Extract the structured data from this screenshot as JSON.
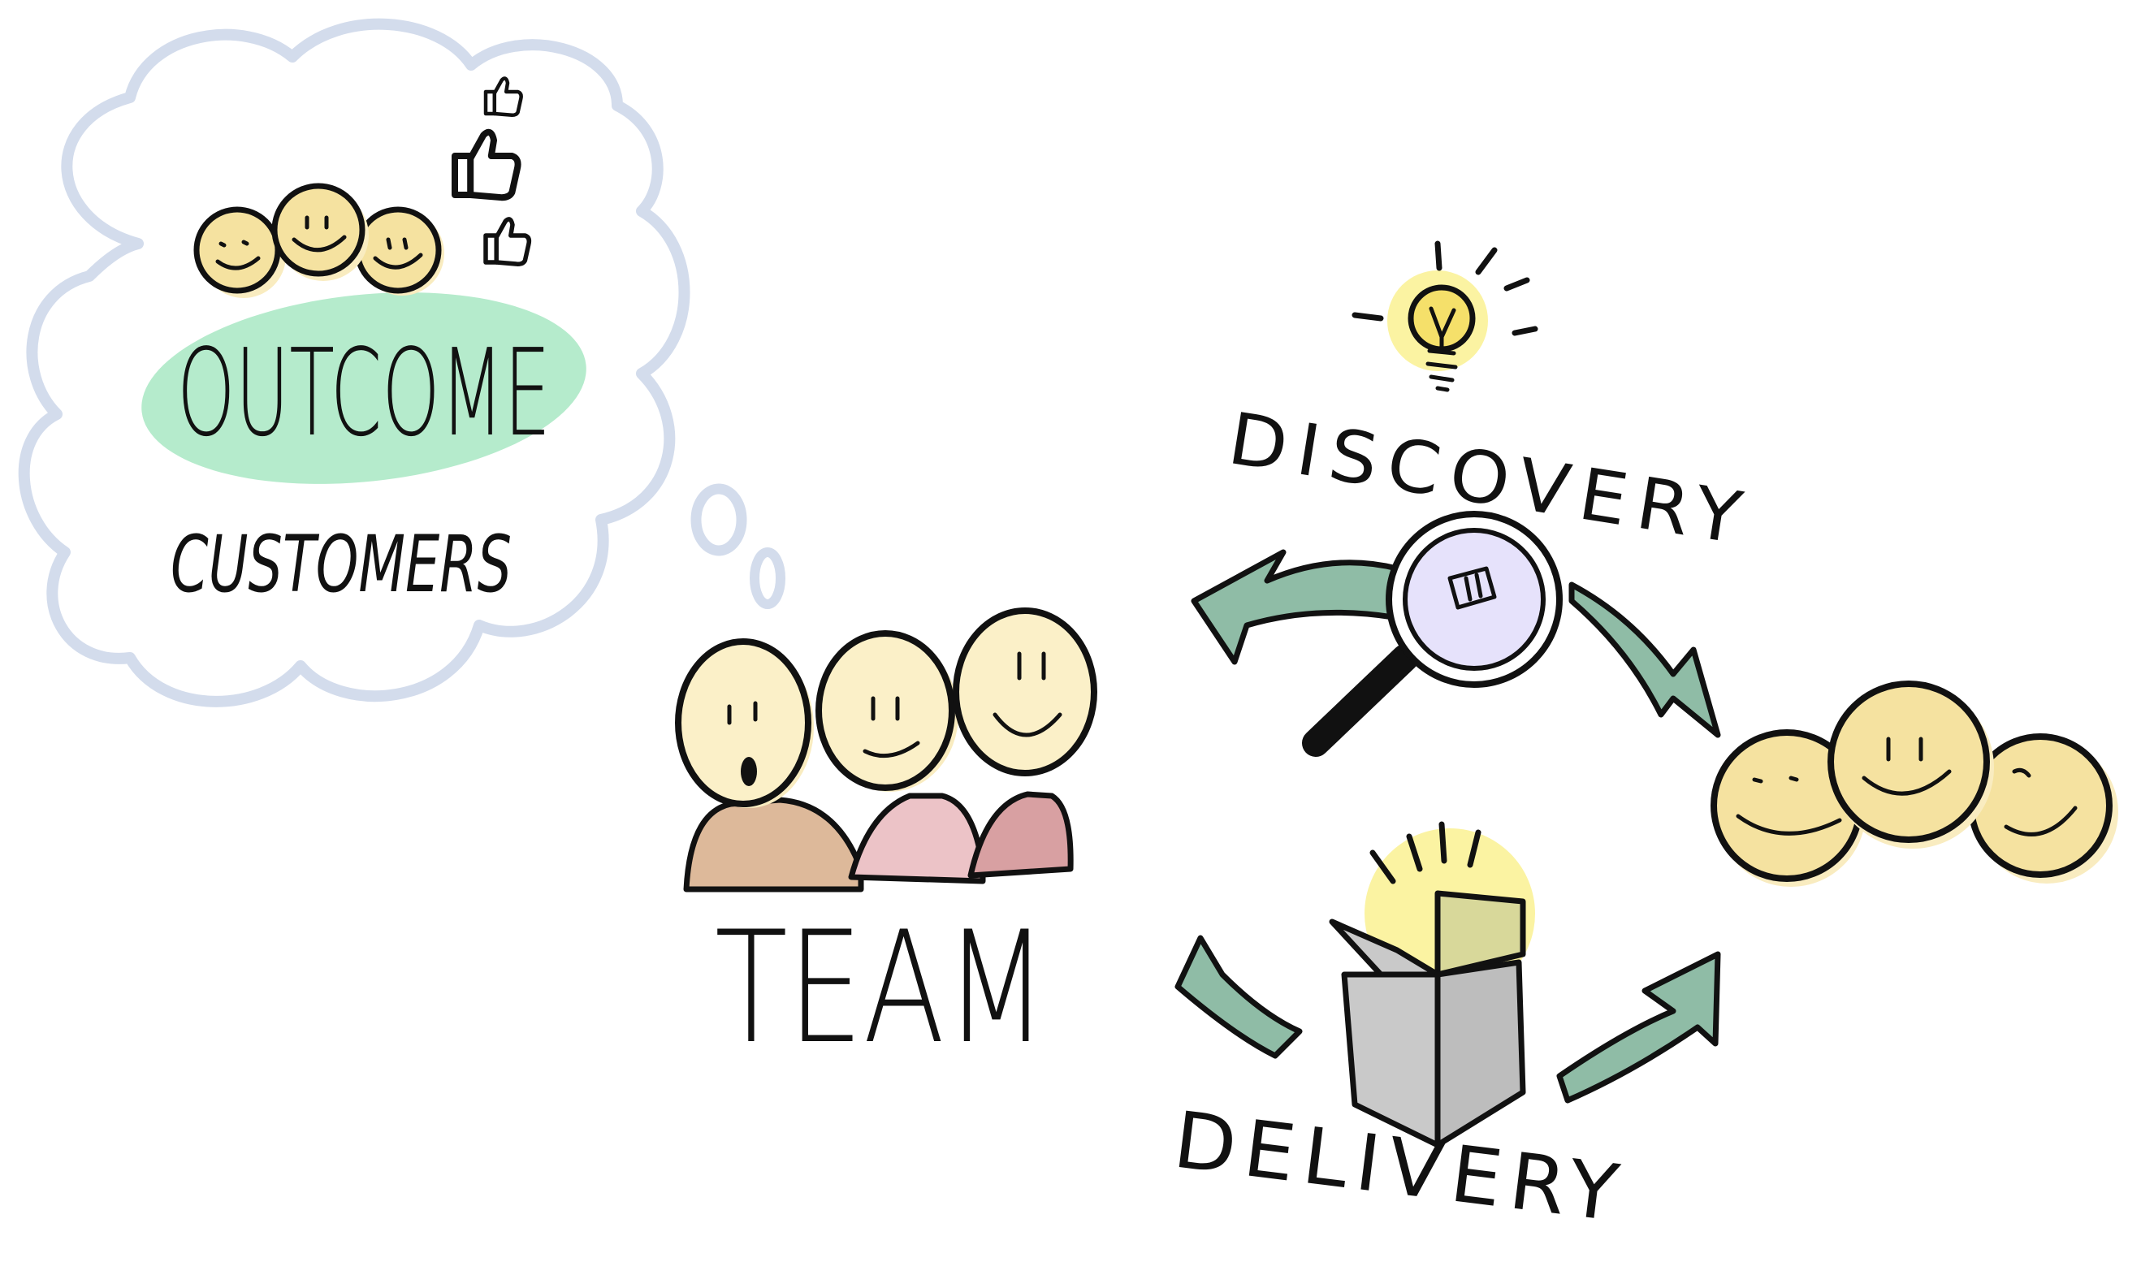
{
  "labels": {
    "outcome": "OUTCOME",
    "customers": "CUSTOMERS",
    "team": "TEAM",
    "discovery": "DISCOVERY",
    "delivery": "DELIVERY"
  },
  "colors": {
    "cloud_outline": "#d3dcec",
    "outcome_blob": "#b5ebcc",
    "face_fill": "#f5e2a0",
    "face_glow": "#f9ecc0",
    "arrow_fill": "#8fbca6",
    "bulb_glow": "#fbf3a2",
    "box_fill": "#c9c9c9",
    "box_lid": "#d8d89a",
    "body_tan": "#ddb99a",
    "body_pink": "#ecc3c7",
    "body_rose": "#d8a0a2",
    "lens_fill": "#e6e2fb"
  },
  "icons": [
    "thought-cloud",
    "thumbs-up-icon",
    "smiley-face-icon",
    "lightbulb-icon",
    "magnifying-glass-icon",
    "open-box-icon",
    "curved-arrow-icon"
  ]
}
